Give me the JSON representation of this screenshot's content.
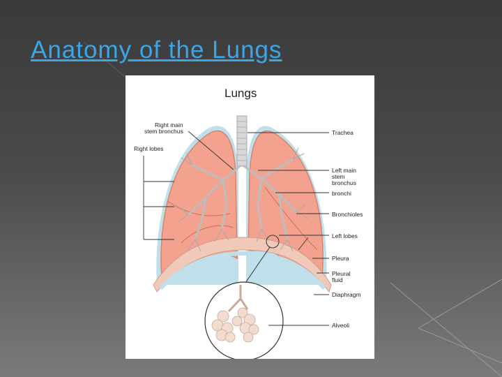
{
  "slide": {
    "title": "Anatomy of the Lungs"
  },
  "diagram": {
    "heading": "Lungs",
    "labels": {
      "right_main_stem_bronchus_1": "Right main",
      "right_main_stem_bronchus_2": "stem bronchus",
      "right_lobes": "Right lobes",
      "trachea": "Trachea",
      "left_main_stem_bronchus_1": "Left main",
      "left_main_stem_bronchus_2": "stem",
      "left_main_stem_bronchus_3": "bronchus",
      "bronchi": "bronchi",
      "bronchioles": "Bronchioles",
      "left_lobes": "Left lobes",
      "pleura": "Pleura",
      "pleural_fluid_1": "Pleural",
      "pleural_fluid_2": "fluid",
      "diaphragm": "Diaphragm",
      "alveoli": "Alveoli"
    },
    "colors": {
      "lung_fill": "#f2a28e",
      "lung_edge": "#d9826e",
      "pleura": "#bfe0ea",
      "diaphragm": "#f0c9b8",
      "airway": "#c8c8c8",
      "title_blue": "#3aa6e8"
    }
  }
}
